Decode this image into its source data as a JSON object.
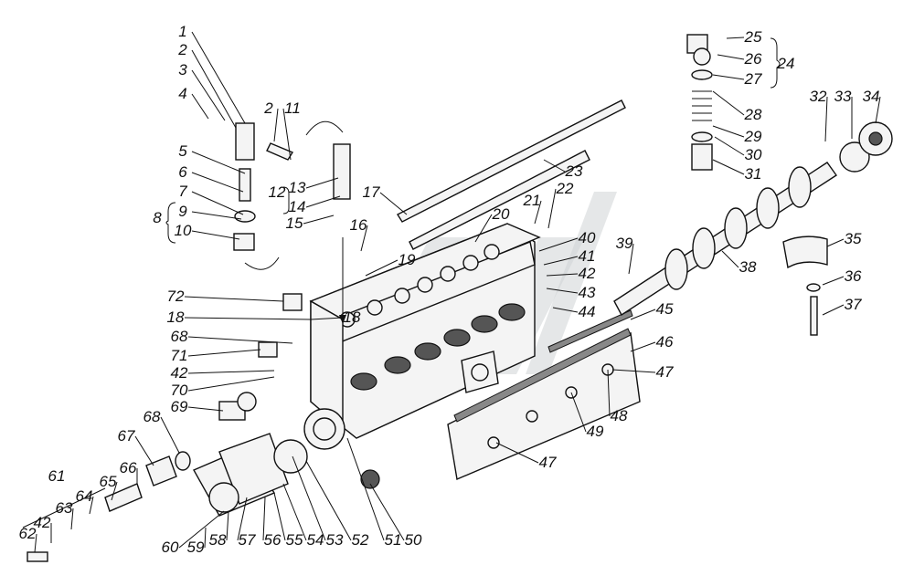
{
  "diagram": {
    "callouts": [
      "1",
      "2",
      "3",
      "4",
      "5",
      "6",
      "7",
      "8",
      "9",
      "10",
      "2",
      "11",
      "12",
      "13",
      "14",
      "15",
      "16",
      "17",
      "18",
      "19",
      "20",
      "21",
      "22",
      "23",
      "24",
      "25",
      "26",
      "27",
      "28",
      "29",
      "30",
      "31",
      "32",
      "33",
      "34",
      "35",
      "36",
      "37",
      "38",
      "39",
      "40",
      "41",
      "42",
      "43",
      "44",
      "45",
      "46",
      "47",
      "47",
      "48",
      "49",
      "50",
      "51",
      "52",
      "53",
      "54",
      "55",
      "56",
      "57",
      "58",
      "59",
      "60",
      "61",
      "62",
      "42",
      "63",
      "64",
      "65",
      "66",
      "67",
      "68",
      "68",
      "69",
      "70",
      "42",
      "71",
      "72",
      "18"
    ]
  },
  "colors": {
    "ink": "#111111",
    "paper": "#ffffff",
    "watermark": "#cfd3d6"
  }
}
